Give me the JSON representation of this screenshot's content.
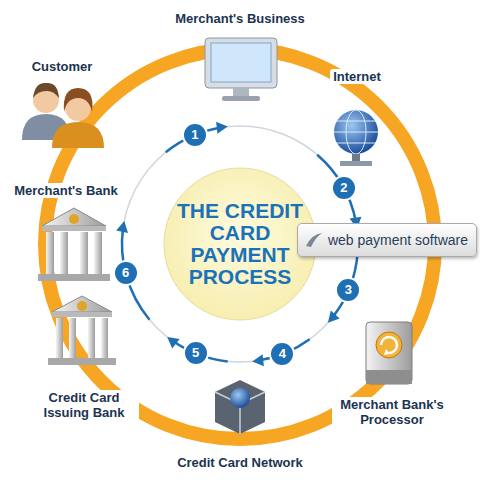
{
  "diagram": {
    "title": "THE CREDIT CARD PAYMENT PROCESS",
    "nodes": [
      {
        "text": [
          "Customer"
        ]
      },
      {
        "text": [
          "Merchant's Business"
        ]
      },
      {
        "text": [
          "Internet"
        ]
      },
      {
        "text": [
          "web payment software"
        ]
      },
      {
        "text": [
          "Merchant Bank's Processor"
        ]
      },
      {
        "text": [
          "Credit Card Network"
        ]
      },
      {
        "text": [
          "Credit Card Issuing Bank"
        ]
      },
      {
        "text": [
          "Merchant's Bank"
        ]
      }
    ],
    "edges": [
      {
        "from": 0,
        "to": 1,
        "arrow": "to",
        "label": "1"
      },
      {
        "from": 2,
        "to": 3,
        "arrow": "to",
        "label": "2"
      },
      {
        "from": 3,
        "to": 4,
        "arrow": "to",
        "label": "3"
      },
      {
        "from": 4,
        "to": 5,
        "arrow": "to",
        "label": "4"
      },
      {
        "from": 5,
        "to": 6,
        "arrow": "to",
        "label": "5"
      },
      {
        "from": 6,
        "to": 7,
        "arrow": "to",
        "label": "6"
      }
    ]
  }
}
